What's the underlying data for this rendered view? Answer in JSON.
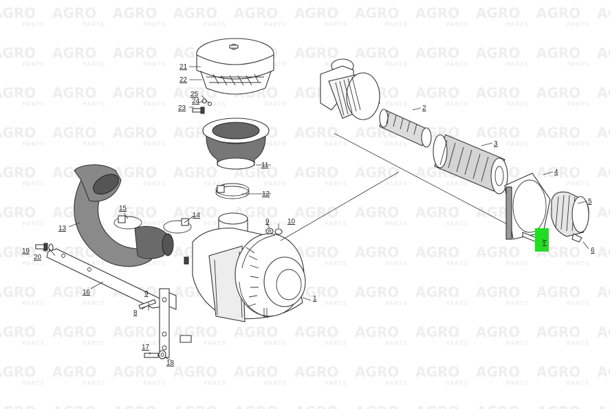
{
  "watermark": {
    "brand": "AGRO",
    "sub": "PARTS"
  },
  "highlight_color": "#22dd22",
  "callouts": [
    {
      "id": "1",
      "text": "1"
    },
    {
      "id": "2",
      "text": "2"
    },
    {
      "id": "3",
      "text": "3"
    },
    {
      "id": "4",
      "text": "4"
    },
    {
      "id": "5",
      "text": "5"
    },
    {
      "id": "6",
      "text": "6"
    },
    {
      "id": "7",
      "text": "7",
      "highlighted": true
    },
    {
      "id": "8",
      "text": "8"
    },
    {
      "id": "9a",
      "text": "9"
    },
    {
      "id": "9b",
      "text": "9"
    },
    {
      "id": "10",
      "text": "10"
    },
    {
      "id": "11",
      "text": "11"
    },
    {
      "id": "12",
      "text": "12"
    },
    {
      "id": "13",
      "text": "13"
    },
    {
      "id": "14",
      "text": "14"
    },
    {
      "id": "15",
      "text": "15"
    },
    {
      "id": "16",
      "text": "16"
    },
    {
      "id": "17",
      "text": "17"
    },
    {
      "id": "18",
      "text": "18"
    },
    {
      "id": "19",
      "text": "19"
    },
    {
      "id": "20",
      "text": "20"
    },
    {
      "id": "21",
      "text": "21"
    },
    {
      "id": "22",
      "text": "22"
    },
    {
      "id": "23",
      "text": "23"
    },
    {
      "id": "24",
      "text": "24"
    },
    {
      "id": "25",
      "text": "25"
    }
  ]
}
